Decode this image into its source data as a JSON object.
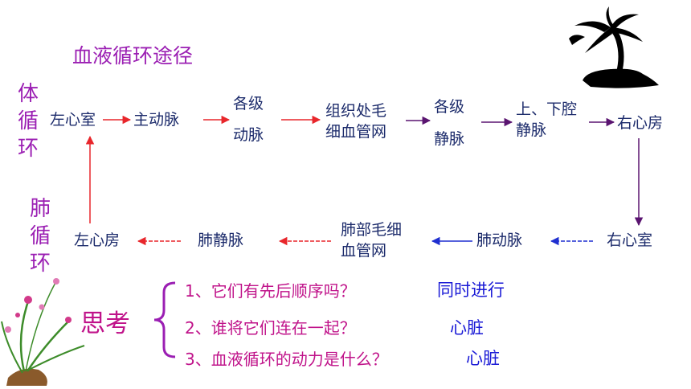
{
  "title": "血液循环途径",
  "systemic_label": "体循环",
  "pulmonary_label": "肺循环",
  "nodes": {
    "left_ventricle": "左心室",
    "aorta": "主动脉",
    "arteries_l1": "各级",
    "arteries_l2": "动脉",
    "capillaries_l1": "组织处毛",
    "capillaries_l2": "细血管网",
    "veins_l1": "各级",
    "veins_l2": "静脉",
    "vena_cava_l1": "上、下腔",
    "vena_cava_l2": "静脉",
    "right_atrium": "右心房",
    "right_ventricle": "右心室",
    "pulmonary_artery": "肺动脉",
    "lung_capillaries_l1": "肺部毛细",
    "lung_capillaries_l2": "血管网",
    "pulmonary_vein": "肺静脉",
    "left_atrium": "左心房"
  },
  "think": {
    "label": "思考",
    "q1": "1、它们有先后顺序吗？",
    "a1": "同时进行",
    "q2": "2、谁将它们连在一起？",
    "a2": "心脏",
    "q3": "3、血液循环的动力是什么？",
    "a3": "心脏"
  },
  "colors": {
    "systemic_arrow": "#e8262b",
    "venous_arrow": "#5a1470",
    "pulmonary_arrow": "#1f2fd0",
    "node_text": "#1c2b6b",
    "label_purple": "#9b1fb3"
  },
  "icons": [
    "palm-tree-island-icon",
    "orchid-plant-icon"
  ]
}
